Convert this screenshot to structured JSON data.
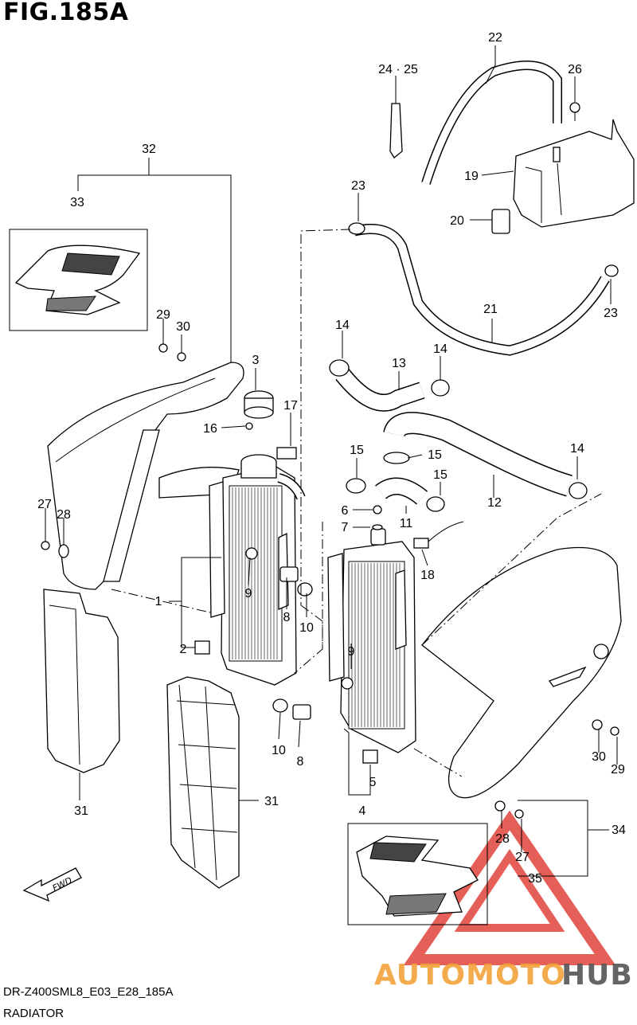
{
  "figure": {
    "title": "FIG.185A",
    "code": "DR-Z400SML8_E03_E28_185A",
    "name": "RADIATOR"
  },
  "callouts": [
    {
      "id": "c1",
      "label": "1"
    },
    {
      "id": "c2",
      "label": "2"
    },
    {
      "id": "c3",
      "label": "3"
    },
    {
      "id": "c4",
      "label": "4"
    },
    {
      "id": "c5",
      "label": "5"
    },
    {
      "id": "c6",
      "label": "6"
    },
    {
      "id": "c7",
      "label": "7"
    },
    {
      "id": "c8a",
      "label": "8"
    },
    {
      "id": "c8b",
      "label": "8"
    },
    {
      "id": "c9a",
      "label": "9"
    },
    {
      "id": "c9b",
      "label": "9"
    },
    {
      "id": "c10a",
      "label": "10"
    },
    {
      "id": "c10b",
      "label": "10"
    },
    {
      "id": "c11",
      "label": "11"
    },
    {
      "id": "c12",
      "label": "12"
    },
    {
      "id": "c13",
      "label": "13"
    },
    {
      "id": "c14a",
      "label": "14"
    },
    {
      "id": "c14b",
      "label": "14"
    },
    {
      "id": "c14c",
      "label": "14"
    },
    {
      "id": "c15a",
      "label": "15"
    },
    {
      "id": "c15b",
      "label": "15"
    },
    {
      "id": "c15c",
      "label": "15"
    },
    {
      "id": "c16",
      "label": "16"
    },
    {
      "id": "c17",
      "label": "17"
    },
    {
      "id": "c18",
      "label": "18"
    },
    {
      "id": "c19",
      "label": "19"
    },
    {
      "id": "c20",
      "label": "20"
    },
    {
      "id": "c21",
      "label": "21"
    },
    {
      "id": "c22",
      "label": "22"
    },
    {
      "id": "c23a",
      "label": "23"
    },
    {
      "id": "c23b",
      "label": "23"
    },
    {
      "id": "c2425",
      "label": "24 · 25"
    },
    {
      "id": "c26",
      "label": "26"
    },
    {
      "id": "c27a",
      "label": "27"
    },
    {
      "id": "c27b",
      "label": "27"
    },
    {
      "id": "c28a",
      "label": "28"
    },
    {
      "id": "c28b",
      "label": "28"
    },
    {
      "id": "c29a",
      "label": "29"
    },
    {
      "id": "c29b",
      "label": "29"
    },
    {
      "id": "c30a",
      "label": "30"
    },
    {
      "id": "c30b",
      "label": "30"
    },
    {
      "id": "c31a",
      "label": "31"
    },
    {
      "id": "c31b",
      "label": "31"
    },
    {
      "id": "c32",
      "label": "32"
    },
    {
      "id": "c33",
      "label": "33"
    },
    {
      "id": "c34",
      "label": "34"
    },
    {
      "id": "c35",
      "label": "35"
    }
  ],
  "fwd_label": "FWD",
  "watermark": {
    "text_left": "AUTOMOTO",
    "text_right": "HUB",
    "color_left": "#f2a33a",
    "color_right": "#555555",
    "triangle_color": "#e0443c"
  }
}
